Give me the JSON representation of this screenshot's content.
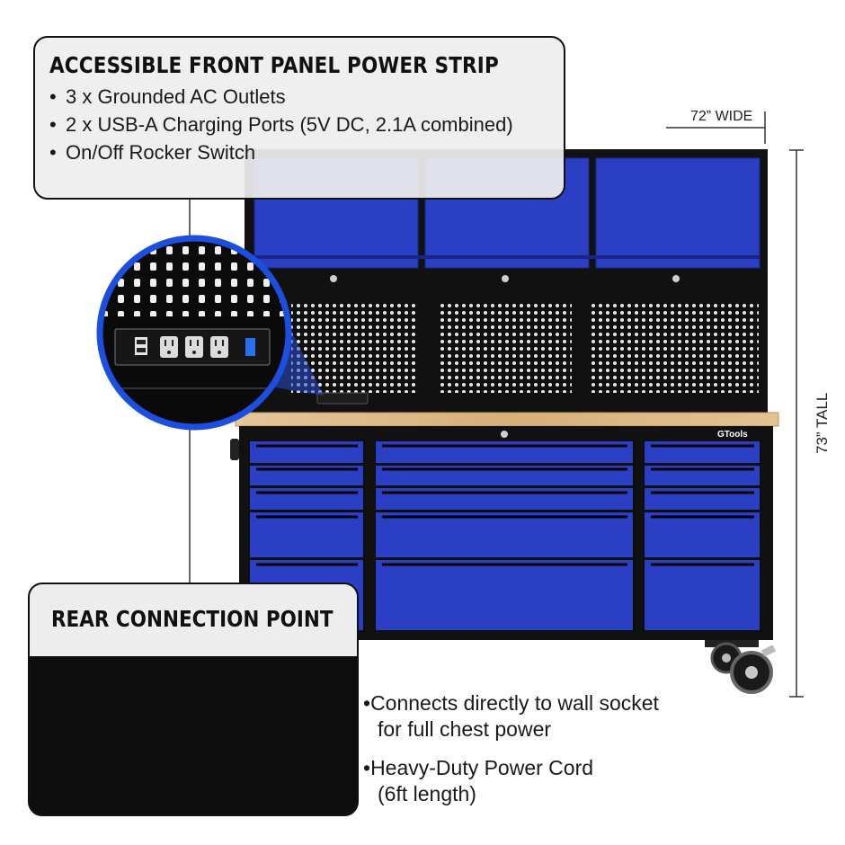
{
  "top_callout": {
    "title": "ACCESSIBLE FRONT PANEL POWER STRIP",
    "items": [
      "3 x Grounded AC Outlets",
      "2 x USB-A Charging Ports (5V DC, 2.1A combined)",
      "On/Off Rocker Switch"
    ],
    "bullet": "•"
  },
  "dimensions": {
    "width": "72” WIDE",
    "height": "73” TALL"
  },
  "brand": "GTools",
  "bottom_callout": {
    "title": "REAR CONNECTION POINT"
  },
  "right_bullets": {
    "bullet": "•",
    "item1_line1": "Connects directly to wall socket",
    "item1_line2": "for full chest power",
    "item2_line1": "Heavy-Duty Power Cord",
    "item2_line2": "(6ft length)"
  },
  "colors": {
    "drawer_blue": "#2b3fc4",
    "frame_black": "#111111",
    "butcher_block": "#dbb98a",
    "callout_bg": "#eeeeee"
  }
}
